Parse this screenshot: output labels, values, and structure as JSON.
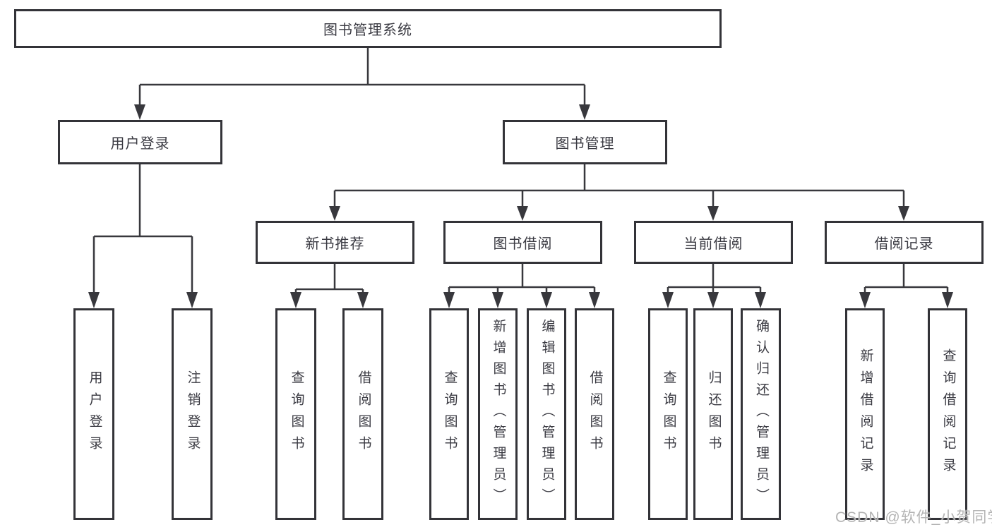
{
  "diagram": {
    "root": "图书管理系统",
    "level2": [
      "用户登录",
      "图书管理"
    ],
    "level3": [
      "新书推荐",
      "图书借阅",
      "当前借阅",
      "借阅记录"
    ],
    "leaves": {
      "user": [
        "用户登录",
        "注销登录"
      ],
      "recommend": [
        "查询图书",
        "借阅图书"
      ],
      "borrow": [
        "查询图书",
        "新增图书（管理员）",
        "编辑图书（管理员）",
        "借阅图书"
      ],
      "current": [
        "查询图书",
        "归还图书",
        "确认归还（管理员）"
      ],
      "records": [
        "新增借阅记录",
        "查询借阅记录"
      ]
    }
  },
  "watermark": "CSDN @软件_小贺同学",
  "colors": {
    "line": "#38383d",
    "box_border": "#333338",
    "text": "#3a3a42",
    "watermark": "#b4b4b4",
    "background": "#ffffff"
  }
}
